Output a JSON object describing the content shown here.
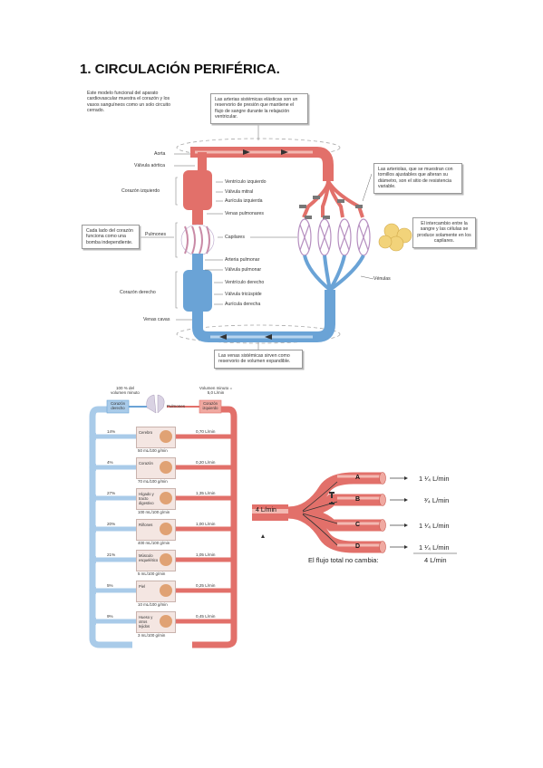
{
  "heading": "1.  CIRCULACIÓN PERIFÉRICA.",
  "fig1": {
    "intro": "Este modelo funcional del aparato cardiovascular muestra el corazón y los vasos sanguíneos como un solo circuito cerrado.",
    "arteries_note": "Las arterias sistémicas elásticas son un reservorio de presión que mantiene el flujo de sangre durante la relajación ventricular.",
    "arterioles_note": "Las arteriolas, que se muestran con tornillos ajustables que alteran su diámetro, son el sitio de resistencia variable.",
    "pump_note": "Cada lado del corazón funciona como una bomba independiente.",
    "exchange_note": "El intercambio entre la sangre y las células se produce solamente en los capilares.",
    "veins_note": "Las venas sistémicas sirven como reservorio de volumen expandible.",
    "left_labels": {
      "aorta": "Aorta",
      "aortic_valve": "Válvula aórtica",
      "left_heart": "Corazón izquierdo",
      "lungs": "Pulmones",
      "right_heart": "Corazón derecho",
      "venae_cavae": "Venas cavas"
    },
    "mid_labels": {
      "left_ventricle": "Ventrículo izquierdo",
      "mitral_valve": "Válvula mitral",
      "left_atrium": "Aurícula izquierda",
      "pulmonary_veins": "Venas pulmonares",
      "capillaries": "Capilares",
      "pulmonary_artery": "Arteria pulmonar",
      "pulmonary_valve": "Válvula pulmonar",
      "right_ventricle": "Ventrículo derecho",
      "tricuspid_valve": "Válvula tricúspide",
      "right_atrium": "Aurícula derecha"
    },
    "venules": "Vénulas"
  },
  "fig2": {
    "cardiac_output": "100 % del volumen minuto",
    "minute_volume": "Volumen minuto = 5,0 L/min",
    "right_heart": "Corazón derecho",
    "left_heart": "Corazón izquierdo",
    "lungs": "Pulmones",
    "organs": [
      {
        "name": "Cerebro",
        "pct": "14%",
        "flow": "0,70 L/min",
        "per": "50 mL/100 g/min"
      },
      {
        "name": "Corazón",
        "pct": "4%",
        "flow": "0,20 L/min",
        "per": "70 mL/100 g/min"
      },
      {
        "name": "Hígado y tracto digestivo",
        "pct": "27%",
        "flow": "1,35 L/min",
        "per": "100 mL/100 g/min"
      },
      {
        "name": "Riñones",
        "pct": "20%",
        "flow": "1,00 L/min",
        "per": "400 mL/100 g/min"
      },
      {
        "name": "Músculo esquelético",
        "pct": "21%",
        "flow": "1,05 L/min",
        "per": "5 mL/100 g/min"
      },
      {
        "name": "Piel",
        "pct": "5%",
        "flow": "0,25 L/min",
        "per": "10 mL/100 g/min"
      },
      {
        "name": "Hueso y otros tejidos",
        "pct": "9%",
        "flow": "0,45 L/min",
        "per": "3 mL/100 g/min"
      }
    ]
  },
  "fig3": {
    "inflow": "4 L/min",
    "branches": [
      {
        "label": "A",
        "flow": "1 ¹⁄₄ L/min"
      },
      {
        "label": "B",
        "flow": "³⁄₄ L/min"
      },
      {
        "label": "C",
        "flow": "1 ¹⁄₄ L/min"
      },
      {
        "label": "D",
        "flow": "1 ¹⁄₄ L/min"
      }
    ],
    "total": "4 L/min",
    "caption": "El flujo total no cambia:"
  },
  "colors": {
    "arterial": "#e2706a",
    "arterial_light": "#f0a9a1",
    "venous": "#6aa3d6",
    "venous_light": "#a9cbe9",
    "cell": "#f2d37a"
  }
}
